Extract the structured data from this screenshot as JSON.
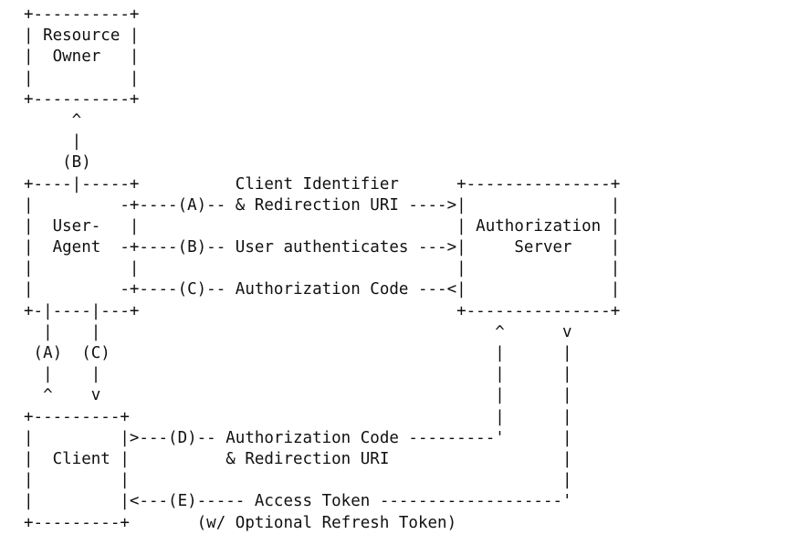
{
  "diagram": {
    "lines": [
      "+----------+",
      "| Resource |",
      "|  Owner   |",
      "|          |",
      "+----------+",
      "     ^",
      "     |",
      "    (B)",
      "+----|-----+          Client Identifier      +---------------+",
      "|         -+----(A)-- & Redirection URI ---->|               |",
      "|  User-   |                                 | Authorization |",
      "|  Agent  -+----(B)-- User authenticates --->|     Server    |",
      "|          |                                 |               |",
      "|         -+----(C)-- Authorization Code ---<|               |",
      "+-|----|---+                                 +---------------+",
      "  |    |                                         ^      v",
      " (A)  (C)                                        |      |",
      "  |    |                                         |      |",
      "  ^    v                                         |      |",
      "+---------+                                      |      |",
      "|         |>---(D)-- Authorization Code ---------'      |",
      "|  Client |          & Redirection URI                  |",
      "|         |                                             |",
      "|         |<---(E)----- Access Token -------------------'",
      "+---------+       (w/ Optional Refresh Token)"
    ]
  }
}
